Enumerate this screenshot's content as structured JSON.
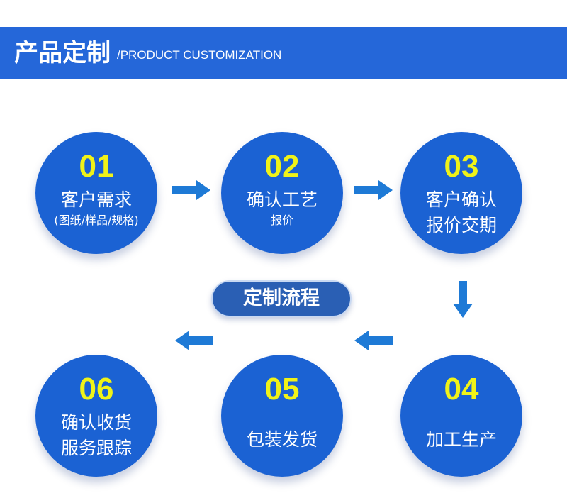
{
  "header": {
    "title": "产品定制",
    "subtitle": "/PRODUCT CUSTOMIZATION"
  },
  "center_label": "定制流程",
  "steps": [
    {
      "num": "01",
      "line1": "客户需求",
      "line2": "(图纸/样品/规格)"
    },
    {
      "num": "02",
      "line1": "确认工艺",
      "line2": "报价"
    },
    {
      "num": "03",
      "line1": "客户确认",
      "line2": "报价交期"
    },
    {
      "num": "04",
      "line1": "加工生产"
    },
    {
      "num": "05",
      "line1": "包装发货"
    },
    {
      "num": "06",
      "line1": "确认收货",
      "line2": "服务跟踪"
    }
  ],
  "colors": {
    "header_bg": "#2567d9",
    "circle_bg": "#1b62d3",
    "number": "#f0f318",
    "arrow": "#1e7ad6",
    "pill_bg": "#2a5fb4"
  },
  "icons": {
    "arrow_right": "arrow-right-icon",
    "arrow_down": "arrow-down-icon",
    "arrow_left": "arrow-left-icon"
  }
}
